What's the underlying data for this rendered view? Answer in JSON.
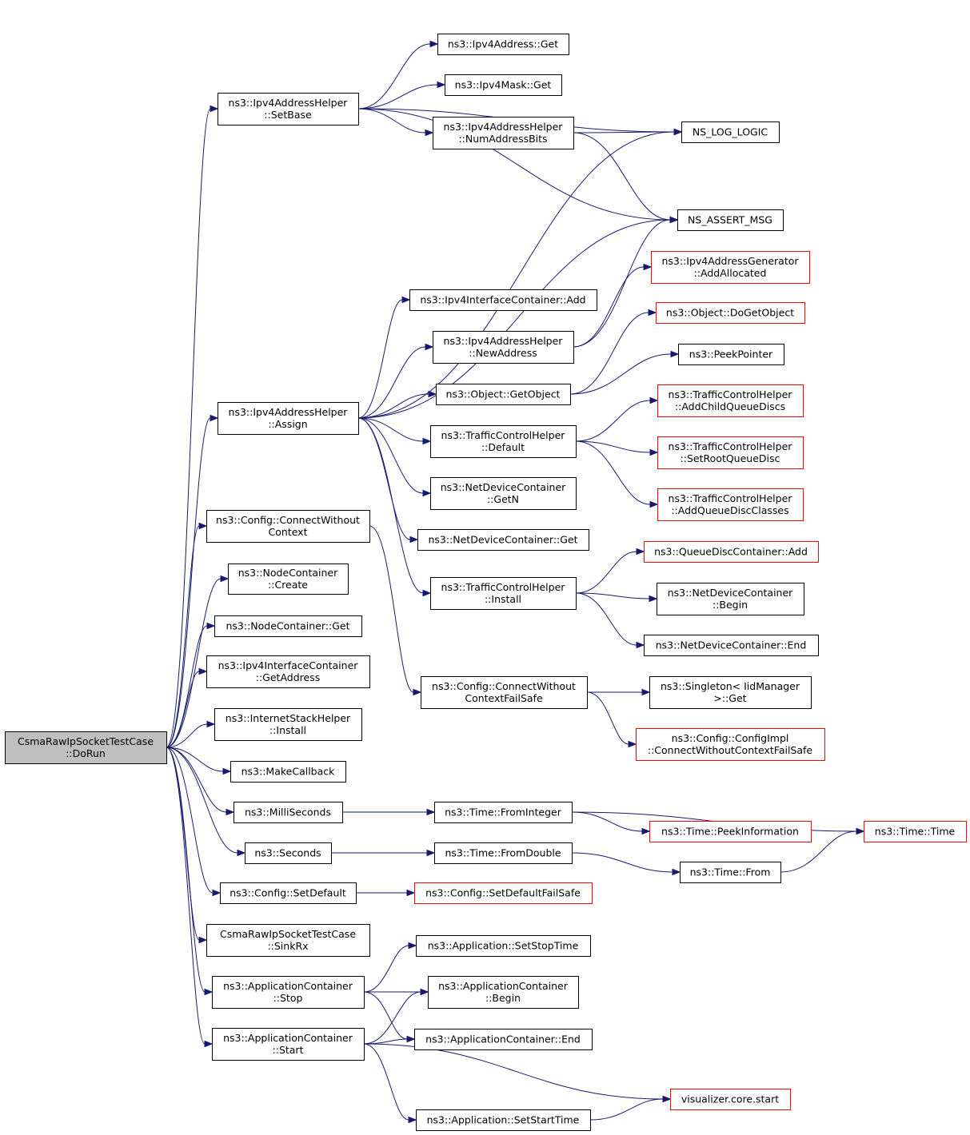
{
  "colors": {
    "edge": "#191970",
    "node_border": "#000000",
    "node_border_truncated": "#ff0000",
    "root_fill": "#bfbfbf",
    "node_fill": "#ffffff"
  },
  "nodes": [
    {
      "id": "dorun",
      "lines": [
        "CsmaRawIpSocketTestCase",
        "::DoRun"
      ],
      "variant": "root"
    },
    {
      "id": "setbase",
      "lines": [
        "ns3::Ipv4AddressHelper",
        "::SetBase"
      ],
      "variant": "normal"
    },
    {
      "id": "assign",
      "lines": [
        "ns3::Ipv4AddressHelper",
        "::Assign"
      ],
      "variant": "normal"
    },
    {
      "id": "connectwithout",
      "lines": [
        "ns3::Config::ConnectWithout",
        "Context"
      ],
      "variant": "normal"
    },
    {
      "id": "nodecreate",
      "lines": [
        "ns3::NodeContainer",
        "::Create"
      ],
      "variant": "normal"
    },
    {
      "id": "nodeget",
      "lines": [
        "ns3::NodeContainer::Get"
      ],
      "variant": "normal"
    },
    {
      "id": "getaddress",
      "lines": [
        "ns3::Ipv4InterfaceContainer",
        "::GetAddress"
      ],
      "variant": "normal"
    },
    {
      "id": "inetinstall",
      "lines": [
        "ns3::InternetStackHelper",
        "::Install"
      ],
      "variant": "normal"
    },
    {
      "id": "makecallback",
      "lines": [
        "ns3::MakeCallback"
      ],
      "variant": "normal"
    },
    {
      "id": "milliseconds",
      "lines": [
        "ns3::MilliSeconds"
      ],
      "variant": "normal"
    },
    {
      "id": "seconds",
      "lines": [
        "ns3::Seconds"
      ],
      "variant": "normal"
    },
    {
      "id": "setdefault",
      "lines": [
        "ns3::Config::SetDefault"
      ],
      "variant": "normal"
    },
    {
      "id": "sinkrx",
      "lines": [
        "CsmaRawIpSocketTestCase",
        "::SinkRx"
      ],
      "variant": "normal"
    },
    {
      "id": "appstop",
      "lines": [
        "ns3::ApplicationContainer",
        "::Stop"
      ],
      "variant": "normal"
    },
    {
      "id": "appstart",
      "lines": [
        "ns3::ApplicationContainer",
        "::Start"
      ],
      "variant": "normal"
    },
    {
      "id": "ipv4addrget",
      "lines": [
        "ns3::Ipv4Address::Get"
      ],
      "variant": "normal"
    },
    {
      "id": "ipv4maskget",
      "lines": [
        "ns3::Ipv4Mask::Get"
      ],
      "variant": "normal"
    },
    {
      "id": "numaddrbits",
      "lines": [
        "ns3::Ipv4AddressHelper",
        "::NumAddressBits"
      ],
      "variant": "normal"
    },
    {
      "id": "iicadd",
      "lines": [
        "ns3::Ipv4InterfaceContainer::Add"
      ],
      "variant": "normal"
    },
    {
      "id": "newaddress",
      "lines": [
        "ns3::Ipv4AddressHelper",
        "::NewAddress"
      ],
      "variant": "normal"
    },
    {
      "id": "getobject",
      "lines": [
        "ns3::Object::GetObject"
      ],
      "variant": "normal"
    },
    {
      "id": "tchdefault",
      "lines": [
        "ns3::TrafficControlHelper",
        "::Default"
      ],
      "variant": "normal"
    },
    {
      "id": "ndcgetn",
      "lines": [
        "ns3::NetDeviceContainer",
        "::GetN"
      ],
      "variant": "normal"
    },
    {
      "id": "ndcget",
      "lines": [
        "ns3::NetDeviceContainer::Get"
      ],
      "variant": "normal"
    },
    {
      "id": "tchinstall",
      "lines": [
        "ns3::TrafficControlHelper",
        "::Install"
      ],
      "variant": "normal"
    },
    {
      "id": "cwcfailsafe",
      "lines": [
        "ns3::Config::ConnectWithout",
        "ContextFailSafe"
      ],
      "variant": "normal"
    },
    {
      "id": "fromint",
      "lines": [
        "ns3::Time::FromInteger"
      ],
      "variant": "normal"
    },
    {
      "id": "fromdouble",
      "lines": [
        "ns3::Time::FromDouble"
      ],
      "variant": "normal"
    },
    {
      "id": "setdefaultfs",
      "lines": [
        "ns3::Config::SetDefaultFailSafe"
      ],
      "variant": "truncated"
    },
    {
      "id": "setstoptime",
      "lines": [
        "ns3::Application::SetStopTime"
      ],
      "variant": "normal"
    },
    {
      "id": "acbegin",
      "lines": [
        "ns3::ApplicationContainer",
        "::Begin"
      ],
      "variant": "normal"
    },
    {
      "id": "acend",
      "lines": [
        "ns3::ApplicationContainer::End"
      ],
      "variant": "normal"
    },
    {
      "id": "setstarttime",
      "lines": [
        "ns3::Application::SetStartTime"
      ],
      "variant": "normal"
    },
    {
      "id": "nslogic",
      "lines": [
        "NS_LOG_LOGIC"
      ],
      "variant": "normal"
    },
    {
      "id": "nsassert",
      "lines": [
        "NS_ASSERT_MSG"
      ],
      "variant": "normal"
    },
    {
      "id": "addralloc",
      "lines": [
        "ns3::Ipv4AddressGenerator",
        "::AddAllocated"
      ],
      "variant": "truncated"
    },
    {
      "id": "dogetobject",
      "lines": [
        "ns3::Object::DoGetObject"
      ],
      "variant": "truncated"
    },
    {
      "id": "peekpointer",
      "lines": [
        "ns3::PeekPointer"
      ],
      "variant": "normal"
    },
    {
      "id": "addchildqd",
      "lines": [
        "ns3::TrafficControlHelper",
        "::AddChildQueueDiscs"
      ],
      "variant": "truncated"
    },
    {
      "id": "setrootqd",
      "lines": [
        "ns3::TrafficControlHelper",
        "::SetRootQueueDisc"
      ],
      "variant": "truncated"
    },
    {
      "id": "addqdclasses",
      "lines": [
        "ns3::TrafficControlHelper",
        "::AddQueueDiscClasses"
      ],
      "variant": "truncated"
    },
    {
      "id": "qdcadd",
      "lines": [
        "ns3::QueueDiscContainer::Add"
      ],
      "variant": "truncated"
    },
    {
      "id": "ndcbegin",
      "lines": [
        "ns3::NetDeviceContainer",
        "::Begin"
      ],
      "variant": "normal"
    },
    {
      "id": "ndcend",
      "lines": [
        "ns3::NetDeviceContainer::End"
      ],
      "variant": "normal"
    },
    {
      "id": "singletonget",
      "lines": [
        "ns3::Singleton< IidManager",
        ">::Get"
      ],
      "variant": "normal"
    },
    {
      "id": "configimpl",
      "lines": [
        "ns3::Config::ConfigImpl",
        "::ConnectWithoutContextFailSafe"
      ],
      "variant": "truncated"
    },
    {
      "id": "peekinfo",
      "lines": [
        "ns3::Time::PeekInformation"
      ],
      "variant": "truncated"
    },
    {
      "id": "timefrom",
      "lines": [
        "ns3::Time::From"
      ],
      "variant": "normal"
    },
    {
      "id": "timetime",
      "lines": [
        "ns3::Time::Time"
      ],
      "variant": "truncated"
    },
    {
      "id": "vizstart",
      "lines": [
        "visualizer.core.start"
      ],
      "variant": "truncated"
    }
  ],
  "edges": [
    [
      "dorun",
      "setbase"
    ],
    [
      "dorun",
      "assign"
    ],
    [
      "dorun",
      "connectwithout"
    ],
    [
      "dorun",
      "nodecreate"
    ],
    [
      "dorun",
      "nodeget"
    ],
    [
      "dorun",
      "getaddress"
    ],
    [
      "dorun",
      "inetinstall"
    ],
    [
      "dorun",
      "makecallback"
    ],
    [
      "dorun",
      "milliseconds"
    ],
    [
      "dorun",
      "seconds"
    ],
    [
      "dorun",
      "setdefault"
    ],
    [
      "dorun",
      "sinkrx"
    ],
    [
      "dorun",
      "appstop"
    ],
    [
      "dorun",
      "appstart"
    ],
    [
      "setbase",
      "nslogic"
    ],
    [
      "setbase",
      "ipv4addrget"
    ],
    [
      "setbase",
      "ipv4maskget"
    ],
    [
      "setbase",
      "numaddrbits"
    ],
    [
      "setbase",
      "nsassert"
    ],
    [
      "numaddrbits",
      "nslogic"
    ],
    [
      "numaddrbits",
      "nsassert"
    ],
    [
      "assign",
      "nslogic"
    ],
    [
      "assign",
      "nsassert"
    ],
    [
      "assign",
      "iicadd"
    ],
    [
      "assign",
      "newaddress"
    ],
    [
      "assign",
      "getobject"
    ],
    [
      "assign",
      "tchdefault"
    ],
    [
      "assign",
      "ndcgetn"
    ],
    [
      "assign",
      "ndcget"
    ],
    [
      "assign",
      "tchinstall"
    ],
    [
      "newaddress",
      "nsassert"
    ],
    [
      "newaddress",
      "addralloc"
    ],
    [
      "getobject",
      "dogetobject"
    ],
    [
      "getobject",
      "peekpointer"
    ],
    [
      "tchdefault",
      "addchildqd"
    ],
    [
      "tchdefault",
      "setrootqd"
    ],
    [
      "tchdefault",
      "addqdclasses"
    ],
    [
      "tchinstall",
      "qdcadd"
    ],
    [
      "tchinstall",
      "ndcbegin"
    ],
    [
      "tchinstall",
      "ndcend"
    ],
    [
      "connectwithout",
      "cwcfailsafe"
    ],
    [
      "cwcfailsafe",
      "singletonget"
    ],
    [
      "cwcfailsafe",
      "configimpl"
    ],
    [
      "milliseconds",
      "fromint"
    ],
    [
      "fromint",
      "timetime"
    ],
    [
      "fromint",
      "peekinfo"
    ],
    [
      "seconds",
      "fromdouble"
    ],
    [
      "fromdouble",
      "timefrom"
    ],
    [
      "timefrom",
      "timetime"
    ],
    [
      "setdefault",
      "setdefaultfs"
    ],
    [
      "appstop",
      "setstoptime"
    ],
    [
      "appstop",
      "acbegin"
    ],
    [
      "appstop",
      "acend"
    ],
    [
      "appstart",
      "acbegin"
    ],
    [
      "appstart",
      "acend"
    ],
    [
      "appstart",
      "vizstart"
    ],
    [
      "appstart",
      "setstarttime"
    ],
    [
      "setstarttime",
      "vizstart"
    ]
  ]
}
